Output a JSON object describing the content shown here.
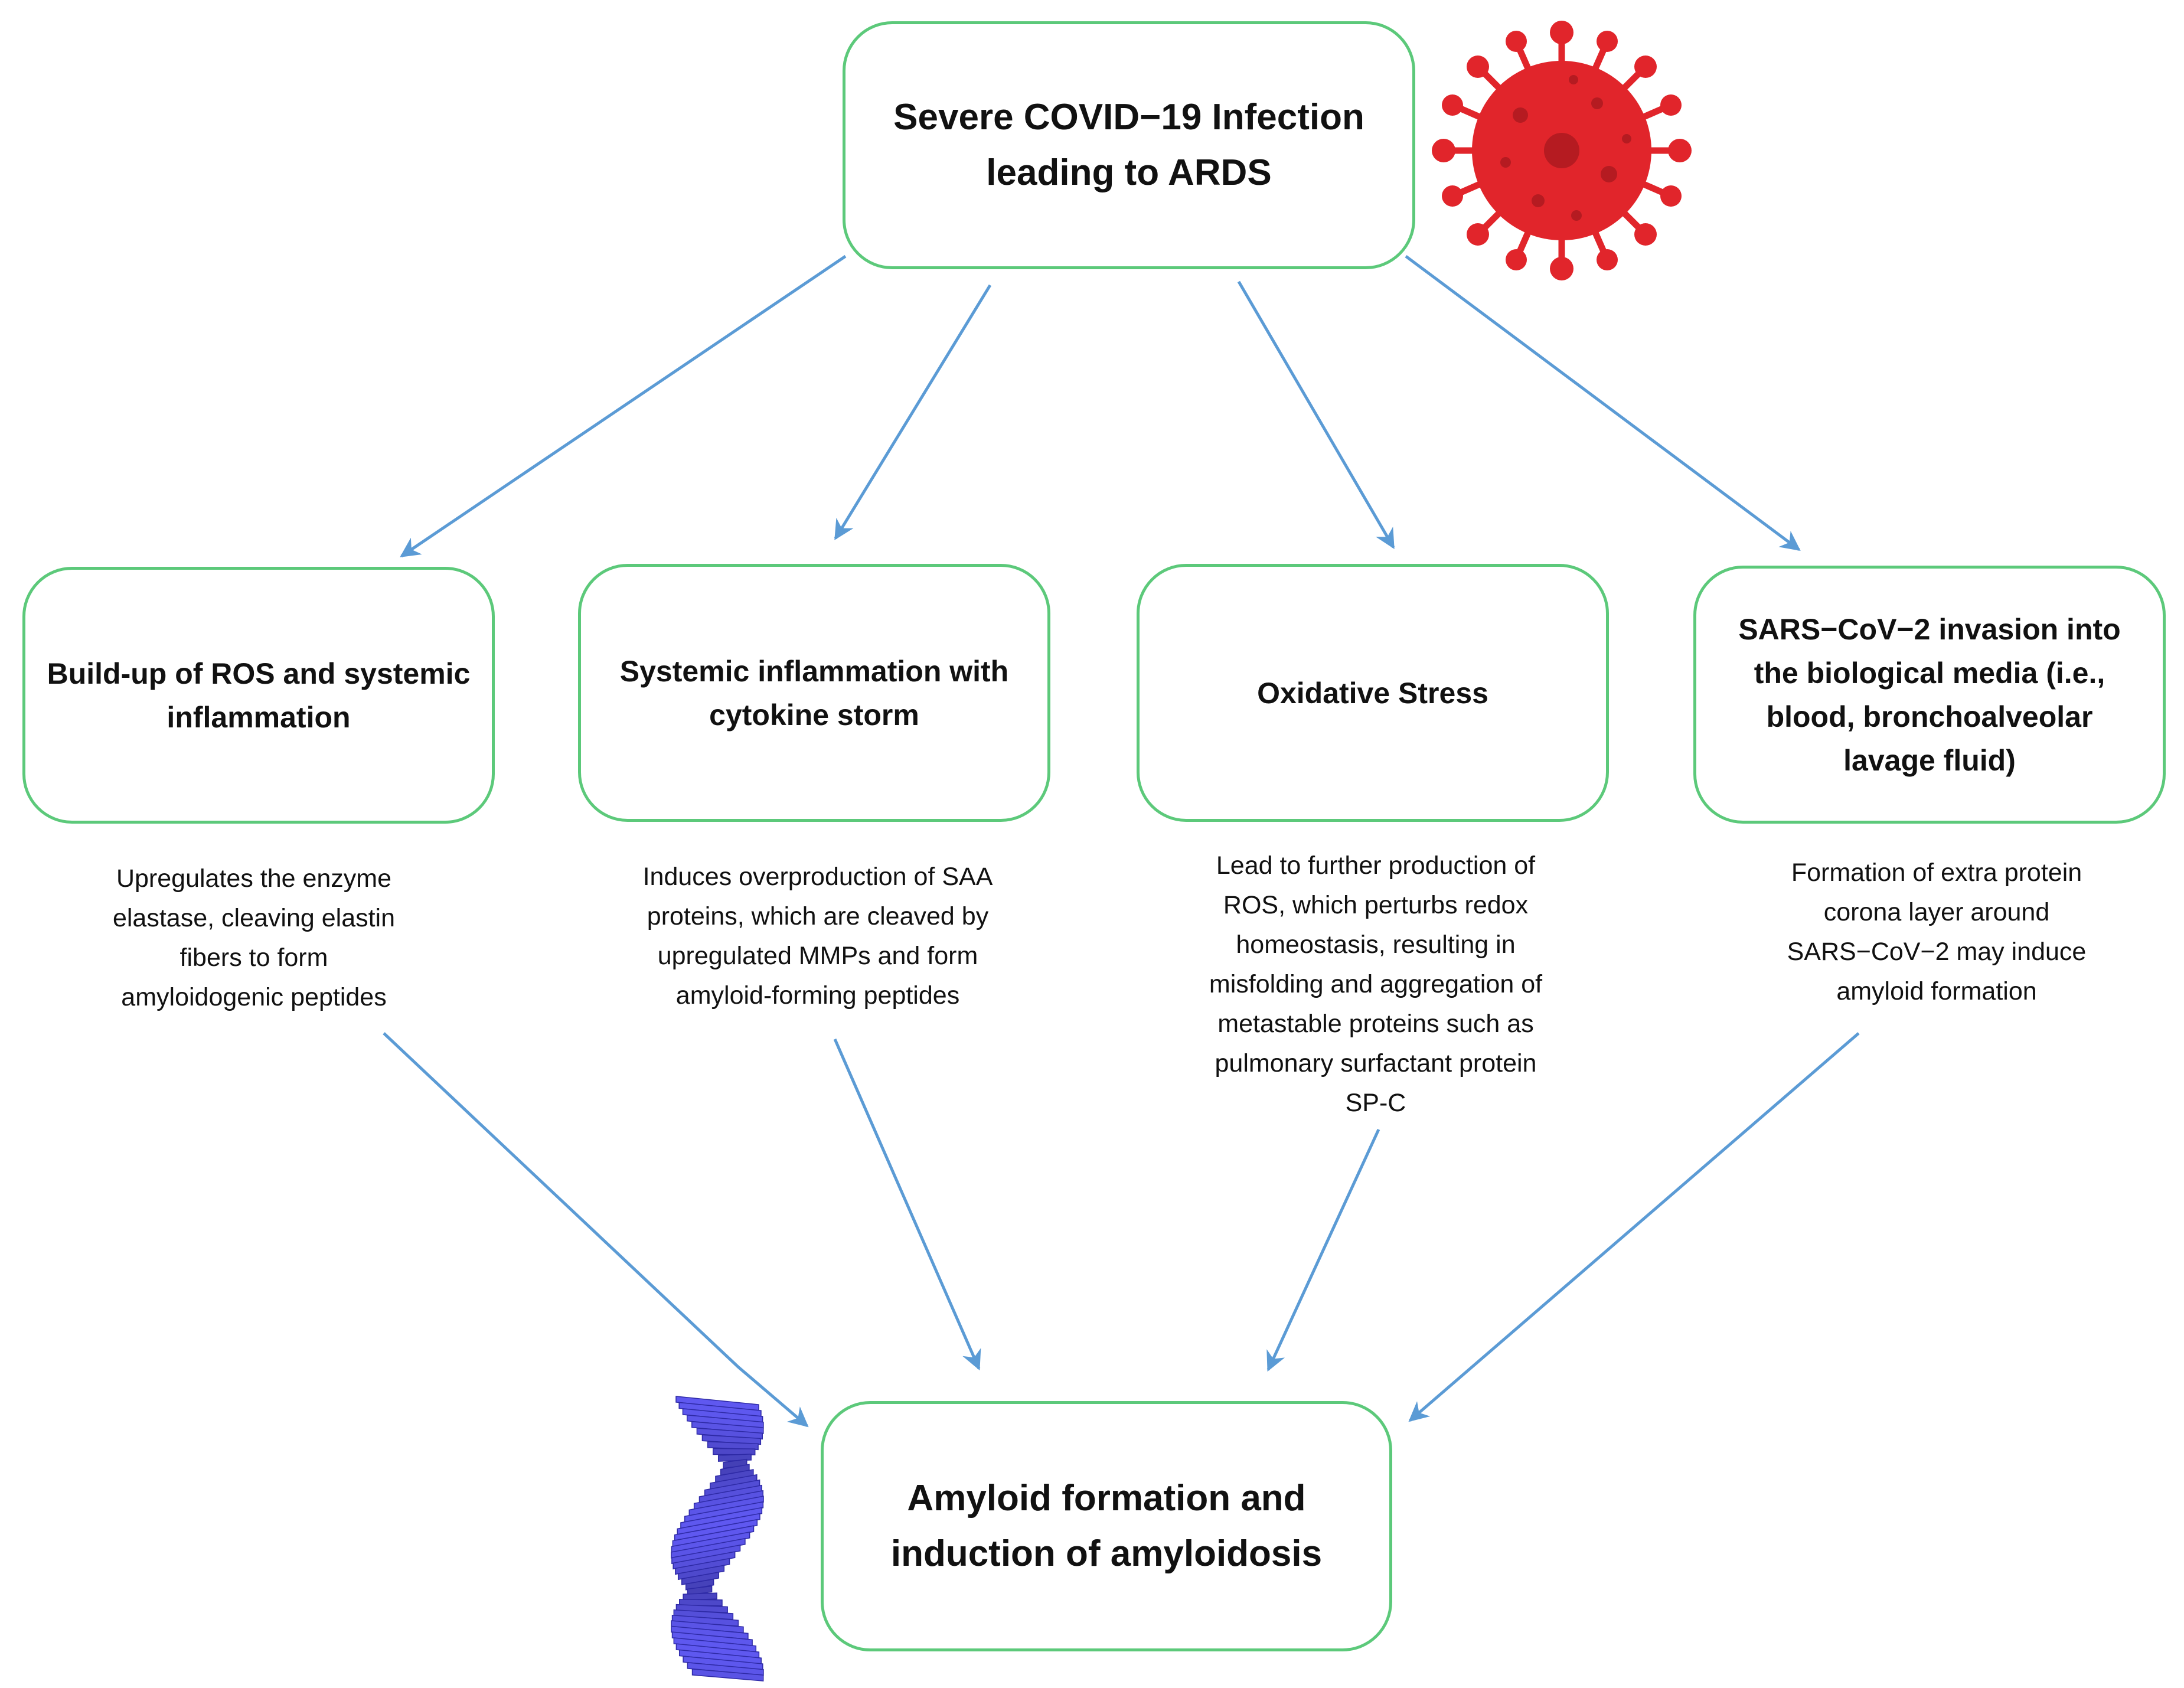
{
  "top": {
    "lines": [
      "Severe COVID−19 Infection",
      "leading to ARDS"
    ]
  },
  "causes": [
    {
      "title_lines": [
        "Build-up of ROS and systemic",
        "inflammation"
      ],
      "desc": "Upregulates the enzyme\nelastase, cleaving elastin\nfibers to form\namyloidogenic peptides"
    },
    {
      "title_lines": [
        "Systemic inflammation with",
        "cytokine storm"
      ],
      "desc": "Induces overproduction of SAA\nproteins, which are cleaved by\nupregulated MMPs and form\namyloid-forming peptides"
    },
    {
      "title_lines": [
        "Oxidative Stress"
      ],
      "desc": "Lead to further production of\nROS, which perturbs redox\nhomeostasis, resulting in\nmisfolding and aggregation of\nmetastable proteins such as\npulmonary surfactant protein\nSP-C"
    },
    {
      "title_lines": [
        "SARS−CoV−2 invasion into",
        "the biological media (i.e.,",
        "blood, bronchoalveolar",
        "lavage fluid)"
      ],
      "desc": "Formation of extra protein\ncorona layer around\nSARS−CoV−2 may induce\namyloid formation"
    }
  ],
  "outcome": {
    "lines": [
      "Amyloid formation and",
      "induction of amyloidosis"
    ]
  },
  "icons": [
    "virus-icon",
    "amyloid-fibril-icon"
  ],
  "colors": {
    "box_border": "#5cc97a",
    "arrow": "#5b9bd5",
    "virus": "#e1252b",
    "fibril": "#4a44d8"
  }
}
